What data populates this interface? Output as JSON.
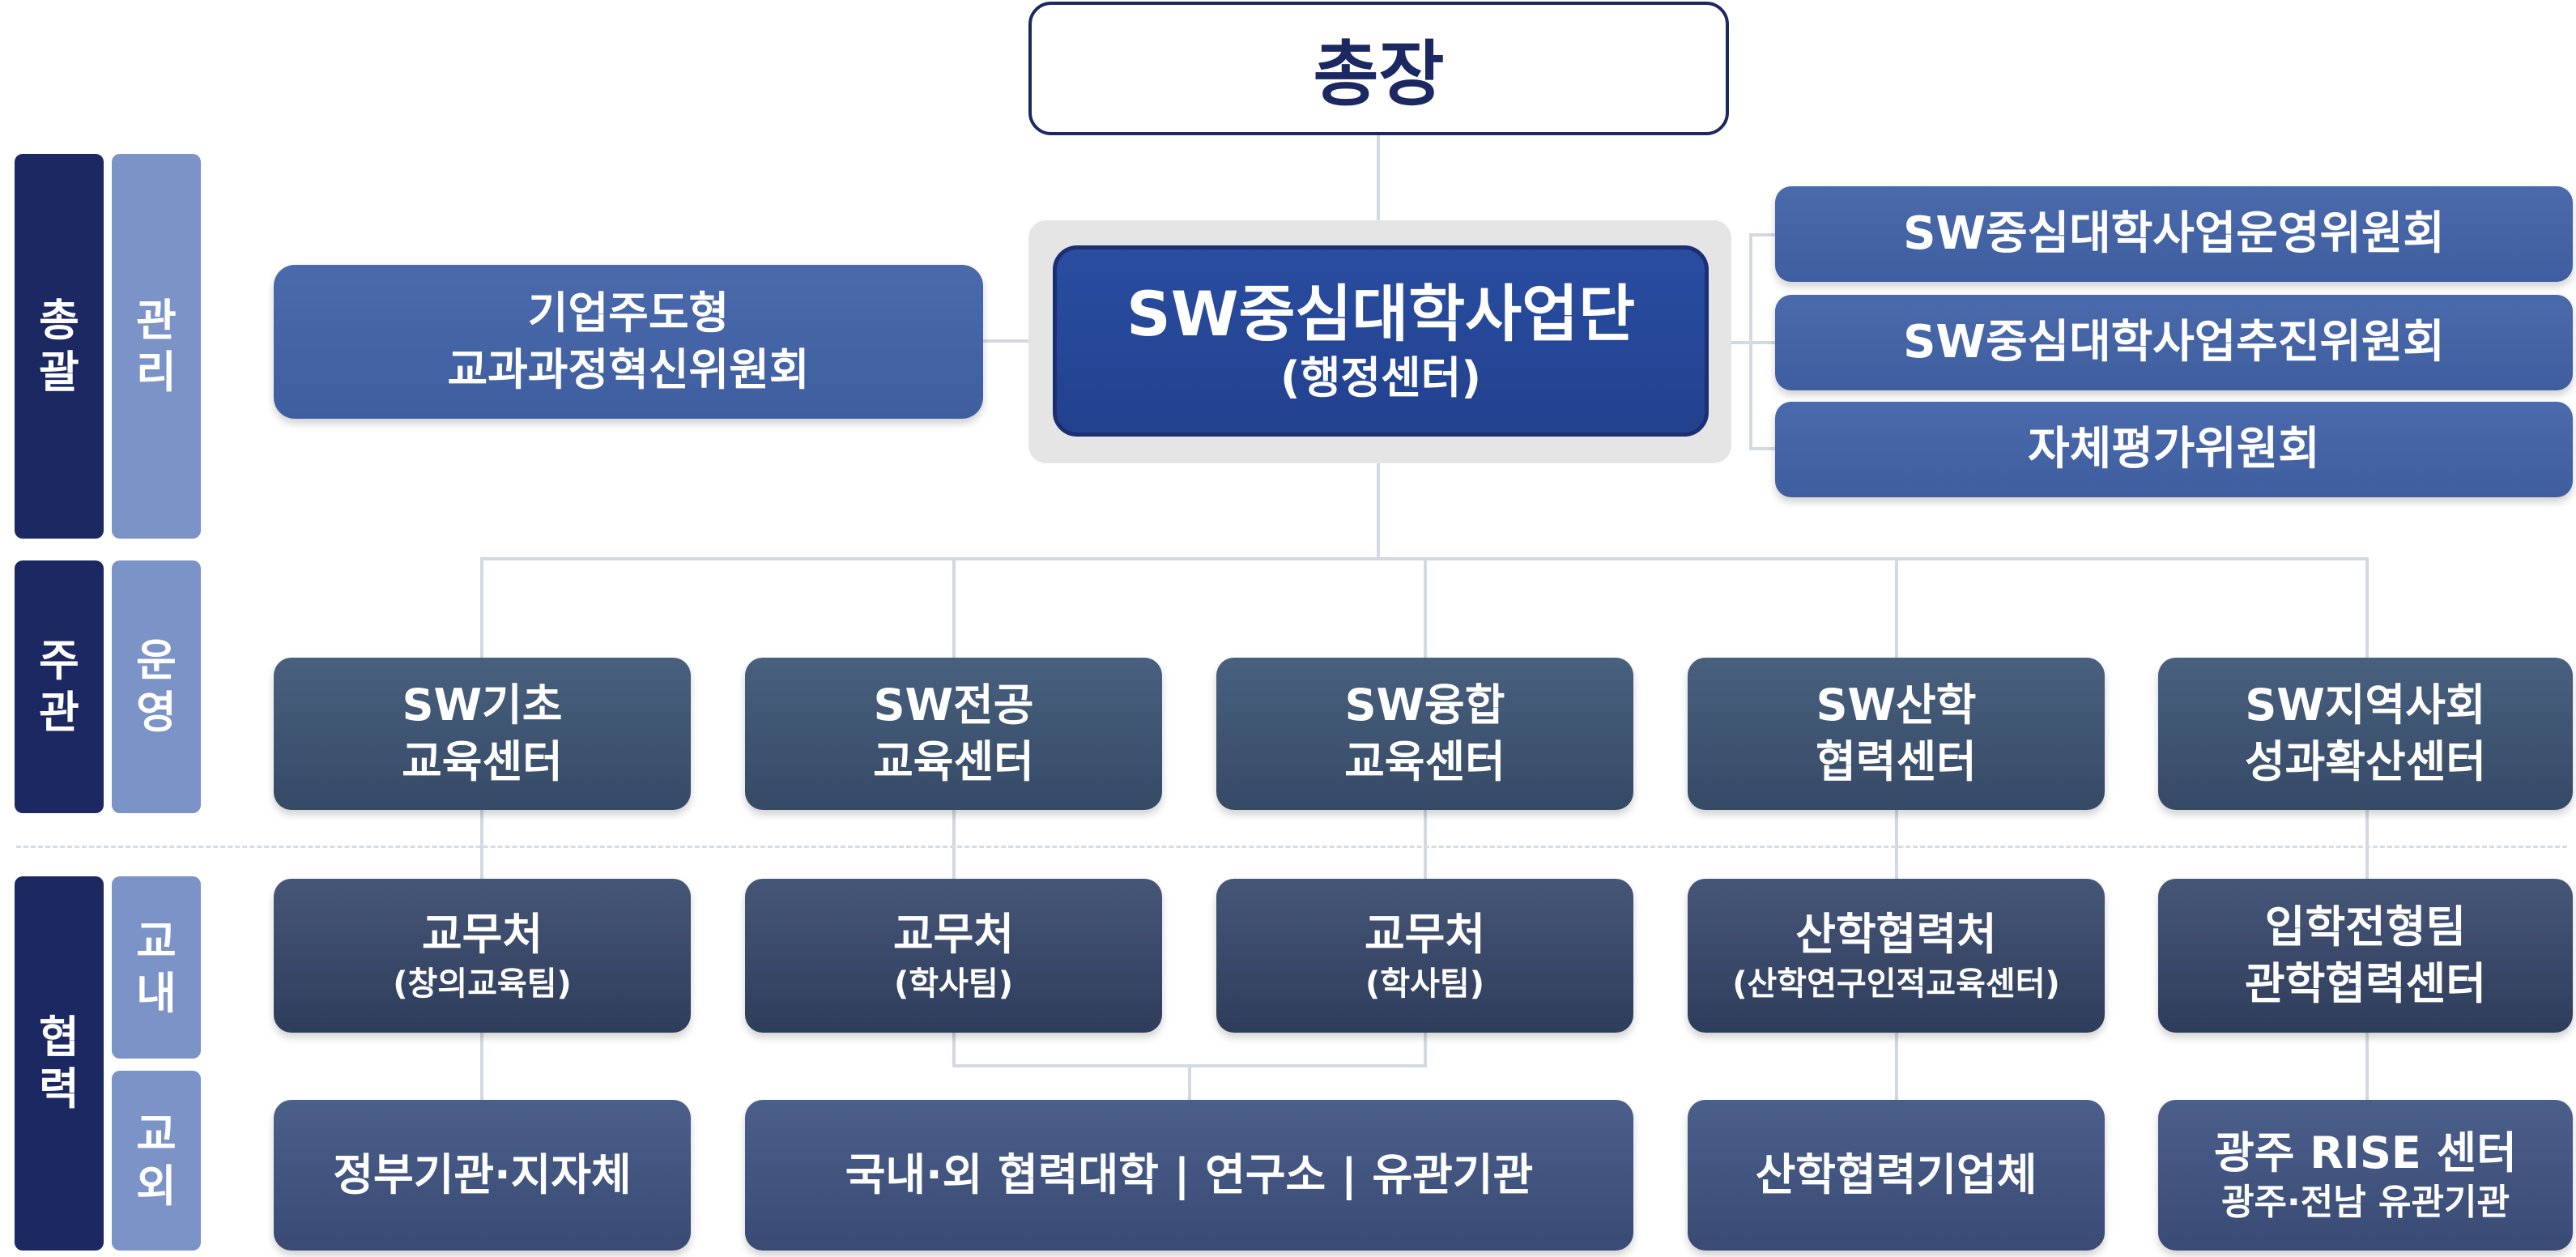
{
  "president": "총장",
  "hq": {
    "title": "SW중심대학사업단",
    "subtitle": "(행정센터)"
  },
  "left_committee": {
    "line1": "기업주도형",
    "line2": "교과과정혁신위원회"
  },
  "right_committees": [
    "SW중심대학사업운영위원회",
    "SW중심대학사업추진위원회",
    "자체평가위원회"
  ],
  "bands": {
    "general": [
      "총",
      "괄"
    ],
    "manage": [
      "관",
      "리"
    ],
    "host": [
      "주",
      "관"
    ],
    "operate": [
      "운",
      "영"
    ],
    "coop": [
      "협",
      "력"
    ],
    "internal": [
      "교",
      "내"
    ],
    "external": [
      "교",
      "외"
    ]
  },
  "centers": [
    {
      "line1": "SW기초",
      "line2": "교육센터"
    },
    {
      "line1": "SW전공",
      "line2": "교육센터"
    },
    {
      "line1": "SW융합",
      "line2": "교육센터"
    },
    {
      "line1": "SW산학",
      "line2": "협력센터"
    },
    {
      "line1": "SW지역사회",
      "line2": "성과확산센터"
    }
  ],
  "internal_partners": [
    {
      "line1": "교무처",
      "line2": "(창의교육팀)"
    },
    {
      "line1": "교무처",
      "line2": "(학사팀)"
    },
    {
      "line1": "교무처",
      "line2": "(학사팀)"
    },
    {
      "line1": "산학협력처",
      "line2": "(산학연구인적교육센터)"
    },
    {
      "line1": "입학전형팀",
      "line2": "관학협력센터"
    }
  ],
  "external_partners": [
    {
      "line1": "정부기관·지자체"
    },
    {
      "line1": "국내·외 협력대학 | 연구소 | 유관기관"
    },
    {
      "line1": "산학협력기업체"
    },
    {
      "line1": "광주 RISE 센터",
      "line2": "광주·전남 유관기관"
    }
  ],
  "colors": {
    "band_dark": "#1c2862",
    "band_light": "#7c93c7",
    "management_box": "#3f5fa0",
    "hq_box": "#27479a",
    "operation_box": "#3d5270",
    "internal_box": "#354462",
    "external_box": "#3f5079",
    "connector": "#d2d9e2"
  }
}
